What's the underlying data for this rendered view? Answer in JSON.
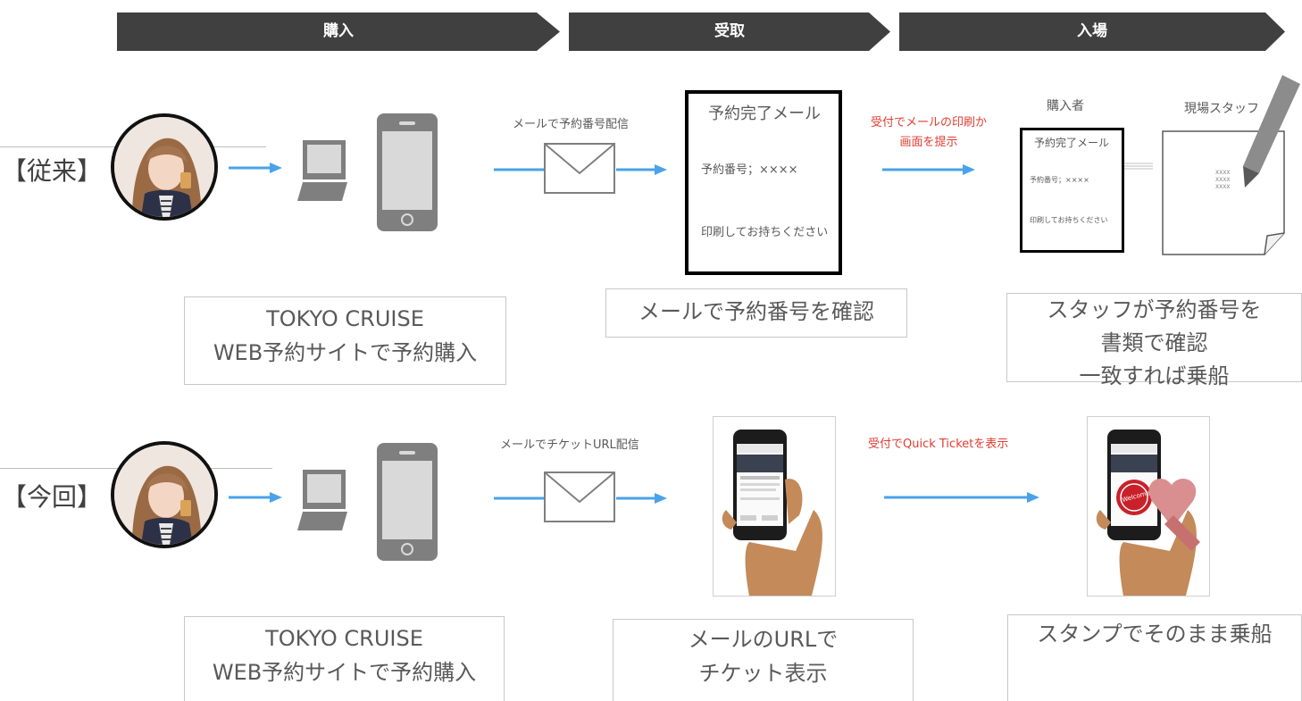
{
  "stages": [
    {
      "label": "購入"
    },
    {
      "label": "受取"
    },
    {
      "label": "入場"
    }
  ],
  "rows": {
    "conventional": {
      "label": "【従来】",
      "mail_caption": "メールで予約番号配信",
      "doc": {
        "title": "予約完了メール",
        "number": "予約番号；××××",
        "note": "印刷してお持ちください"
      },
      "reception_text": [
        "受付でメールの印刷か",
        "画面を提示"
      ],
      "buyer_label": "購入者",
      "staff_label": "現場スタッフ",
      "small_doc": {
        "title": "予約完了メール",
        "number": "予約番号；××××",
        "note": "印刷してお持ちください"
      },
      "staff_paper_text": [
        "XXXX",
        "XXXX",
        "XXXX"
      ],
      "captions": {
        "purchase": [
          "TOKYO CRUISE",
          "WEB予約サイトで予約購入"
        ],
        "receive": [
          "メールで予約番号を確認"
        ],
        "entry": [
          "スタッフが予約番号を",
          "書類で確認",
          "一致すれば乗船"
        ]
      }
    },
    "current": {
      "label": "【今回】",
      "mail_caption": "メールでチケットURL配信",
      "reception_text": [
        "受付でQuick Ticketを表示"
      ],
      "stamp_text": "Welcome",
      "captions": {
        "purchase": [
          "TOKYO CRUISE",
          "WEB予約サイトで予約購入"
        ],
        "receive": [
          "メールのURLで",
          "チケット表示"
        ],
        "entry": [
          "スタンプでそのまま乗船"
        ]
      }
    }
  },
  "colors": {
    "banner": "#404040",
    "arrow": "#4aa3e8",
    "device": "#7f7f7f",
    "device_screen": "#d9d9d9",
    "reception_text": "#e03c31"
  },
  "icons": [
    "person-avatar",
    "laptop-icon",
    "smartphone-icon",
    "envelope-icon",
    "pencil-icon",
    "hand-phone-photo",
    "heart-stamp-icon"
  ]
}
